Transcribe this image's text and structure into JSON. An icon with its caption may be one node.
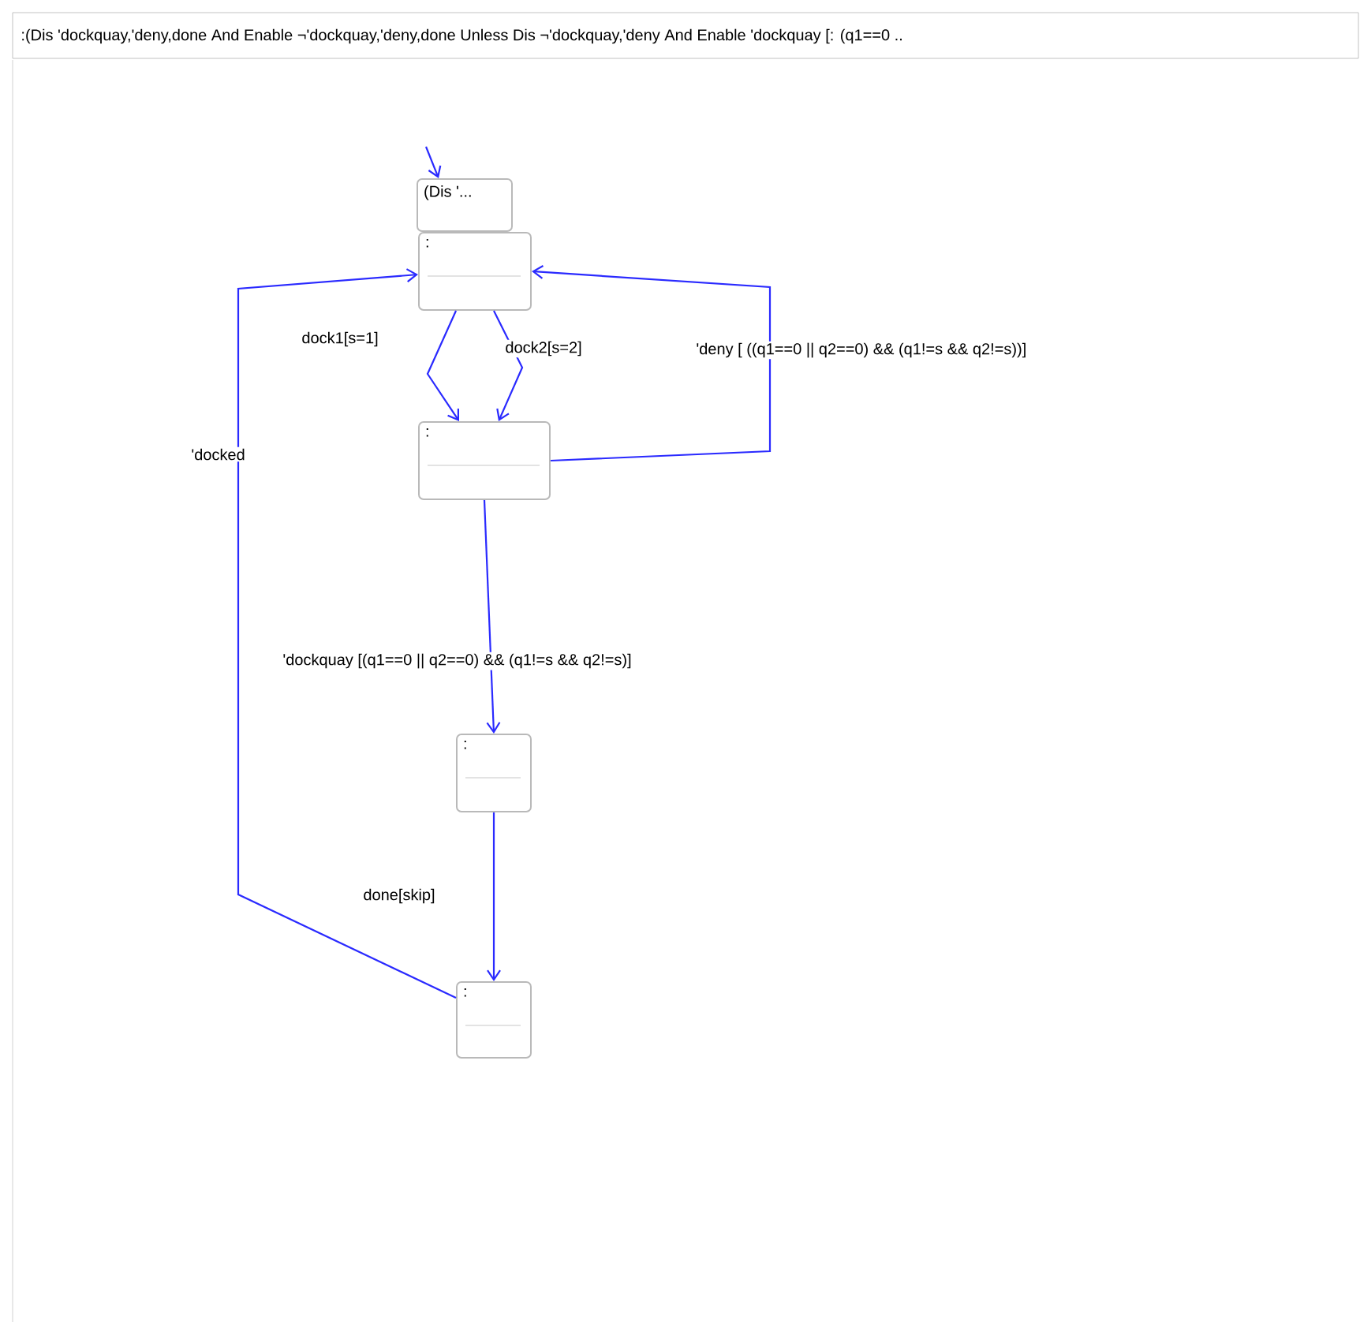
{
  "diagram": {
    "title": ":(Dis 'dockquay,'deny,done And Enable ¬'dockquay,'deny,done Unless Dis ¬'dockquay,'deny And Enable 'dockquay [: (q1==0 ..",
    "nodes": [
      {
        "text": [
          "(Dis '..."
        ]
      },
      {
        "text": [
          ":"
        ]
      },
      {
        "text": [
          ":"
        ]
      },
      {
        "text": [
          ":"
        ]
      },
      {
        "text": [
          ":"
        ]
      }
    ],
    "edges": [
      {
        "from": null,
        "to": 0,
        "arrow": "to"
      },
      {
        "from": 1,
        "to": 2,
        "arrow": "to",
        "label": "dock1[s=1]"
      },
      {
        "from": 1,
        "to": 2,
        "arrow": "to",
        "label": "dock2[s=2]"
      },
      {
        "from": 2,
        "to": 1,
        "arrow": "to",
        "label": "'deny [ ((q1==0 || q2==0) && (q1!=s && q2!=s))]"
      },
      {
        "from": 2,
        "to": 3,
        "arrow": "to",
        "label": "'dockquay [(q1==0 || q2==0) && (q1!=s && q2!=s)]"
      },
      {
        "from": 3,
        "to": 4,
        "arrow": "to",
        "label": "done[skip]"
      },
      {
        "from": 4,
        "to": 1,
        "arrow": "to",
        "label": "'docked"
      }
    ]
  }
}
